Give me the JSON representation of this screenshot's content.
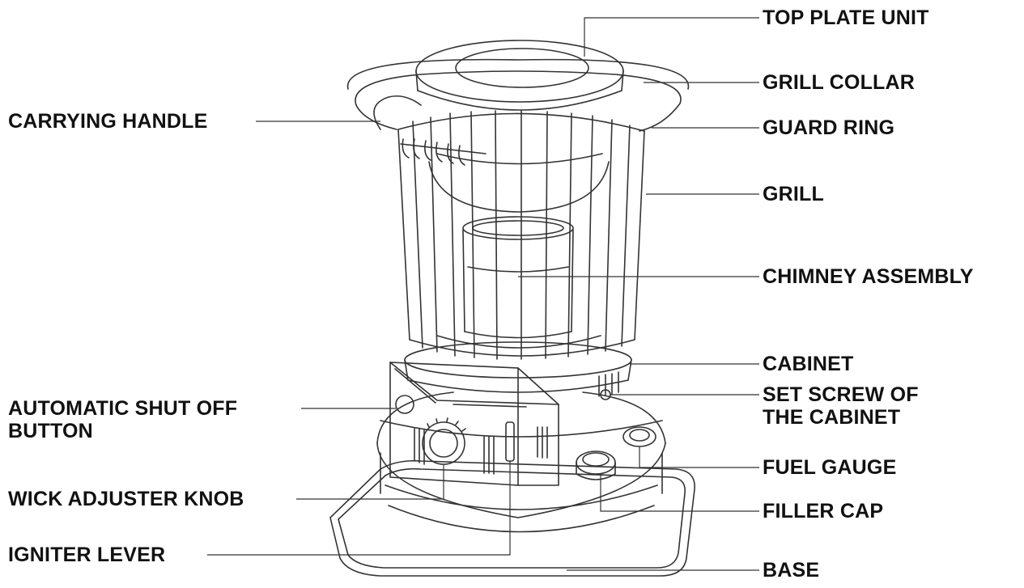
{
  "diagram": {
    "colors": {
      "ink": "#111111",
      "leader": "#333333",
      "background": "#ffffff"
    },
    "labels": {
      "top_plate_unit": "TOP PLATE UNIT",
      "grill_collar": "GRILL COLLAR",
      "guard_ring": "GUARD RING",
      "grill": "GRILL",
      "chimney_assembly": "CHIMNEY ASSEMBLY",
      "cabinet": "CABINET",
      "set_screw_line1": "SET SCREW OF",
      "set_screw_line2": "THE CABINET",
      "fuel_gauge": "FUEL GAUGE",
      "filler_cap": "FILLER CAP",
      "base": "BASE",
      "carrying_handle": "CARRYING HANDLE",
      "auto_shutoff_line1": "AUTOMATIC SHUT OFF",
      "auto_shutoff_line2": "BUTTON",
      "wick_adjuster_knob": "WICK ADJUSTER KNOB",
      "igniter_lever": "IGNITER LEVER"
    }
  }
}
